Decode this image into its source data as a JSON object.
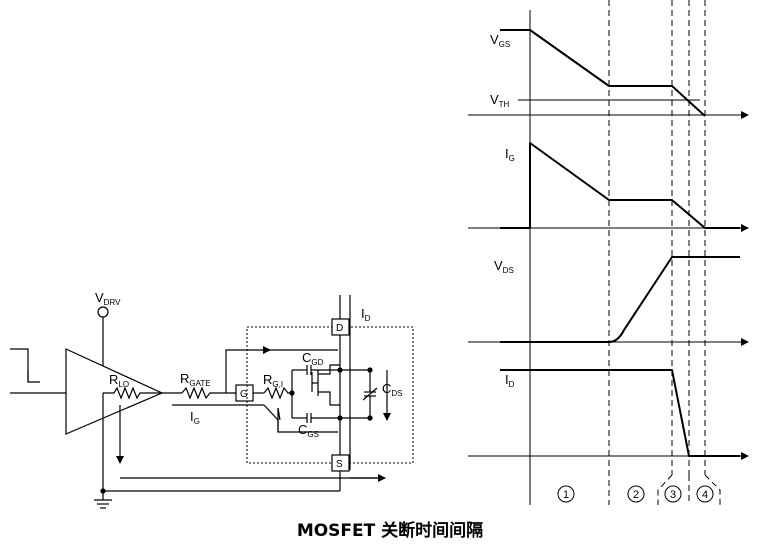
{
  "caption": "MOSFET 关断时间间隔",
  "circuit": {
    "vdrv": {
      "main": "V",
      "sub": "DRV"
    },
    "rlo": {
      "main": "R",
      "sub": "LO"
    },
    "rgate": {
      "main": "R",
      "sub": "GATE"
    },
    "rgi": {
      "main": "R",
      "sub": "G,I"
    },
    "ig": {
      "main": "I",
      "sub": "G"
    },
    "id": {
      "main": "I",
      "sub": "D"
    },
    "cgd": {
      "main": "C",
      "sub": "GD"
    },
    "cgs": {
      "main": "C",
      "sub": "GS"
    },
    "cds": {
      "main": "C",
      "sub": "DS"
    },
    "pin_g": "G",
    "pin_d": "D",
    "pin_s": "S"
  },
  "waveforms": {
    "vgs": {
      "main": "V",
      "sub": "GS"
    },
    "vth": {
      "main": "V",
      "sub": "TH"
    },
    "ig": {
      "main": "I",
      "sub": "G"
    },
    "vds": {
      "main": "V",
      "sub": "DS"
    },
    "id": {
      "main": "I",
      "sub": "D"
    },
    "intervals": [
      "1",
      "2",
      "3",
      "4"
    ]
  }
}
